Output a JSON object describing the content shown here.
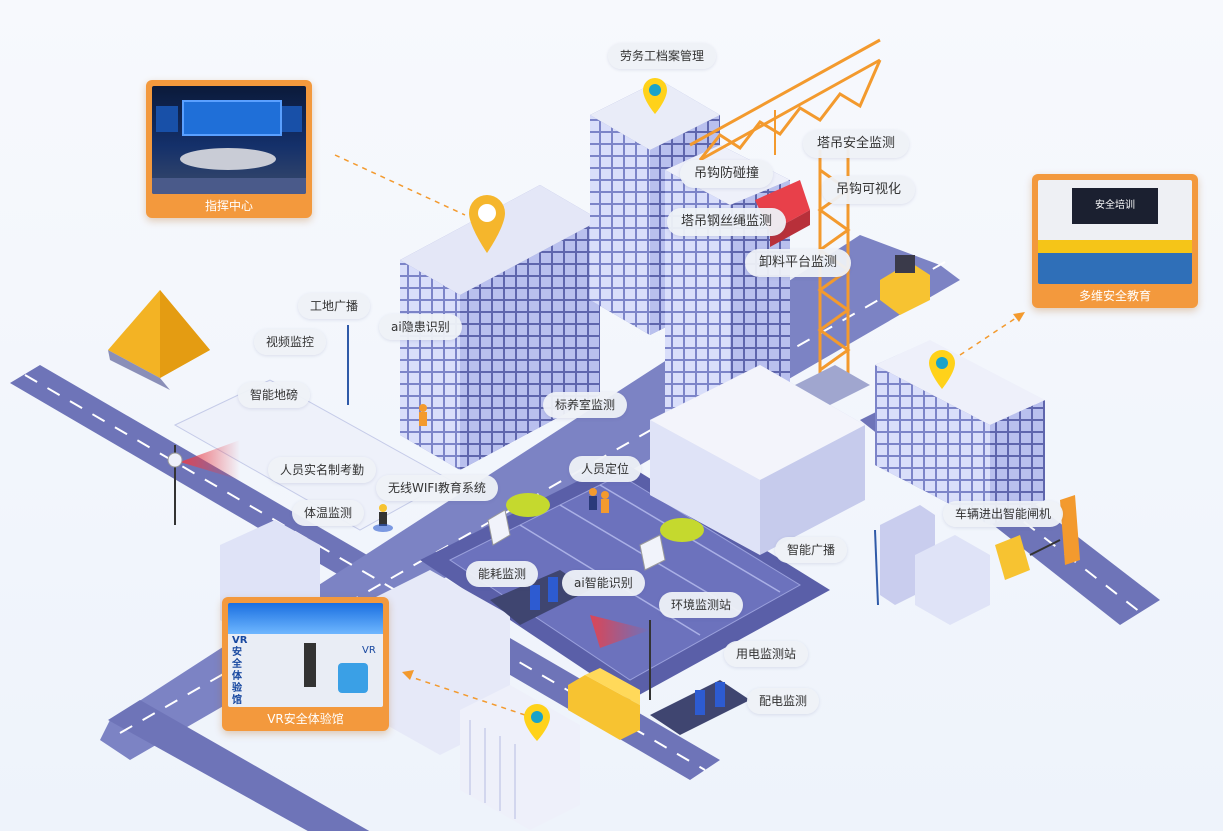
{
  "labels": {
    "labor_archive": "劳务工档案管理",
    "hook_collision": "吊钩防碰撞",
    "crane_monitor": "塔吊安全监测",
    "hook_visual": "吊钩可视化",
    "crane_rope": "塔吊钢丝绳监测",
    "unload_platform": "卸料平台监测",
    "site_broadcast": "工地广播",
    "video_monitor": "视频监控",
    "ai_hazard": "ai隐患识别",
    "smart_scale": "智能地磅",
    "curing_room": "标养室监测",
    "realname_attendance": "人员实名制考勤",
    "personnel_location": "人员定位",
    "wifi_education": "无线WIFI教育系统",
    "temperature": "体温监测",
    "vehicle_gate": "车辆进出智能闸机",
    "smart_broadcast": "智能广播",
    "energy": "能耗监测",
    "ai_smart_recognition": "ai智能识别",
    "env_station": "环境监测站",
    "power_station": "用电监测站",
    "distribution": "配电监测"
  },
  "cards": {
    "command_center": "指挥中心",
    "safety_education": "多维安全教育",
    "vr_hall": "VR安全体验馆"
  },
  "pictures": {
    "training_board": "安全培训",
    "vr_vertical": "VR安全体验馆",
    "vr_short": "VR"
  },
  "colors": {
    "accent_orange": "#f3993d",
    "road": "#6e74b8",
    "building_face": "#7f86c9",
    "pin_yellow": "#ffd21a"
  }
}
